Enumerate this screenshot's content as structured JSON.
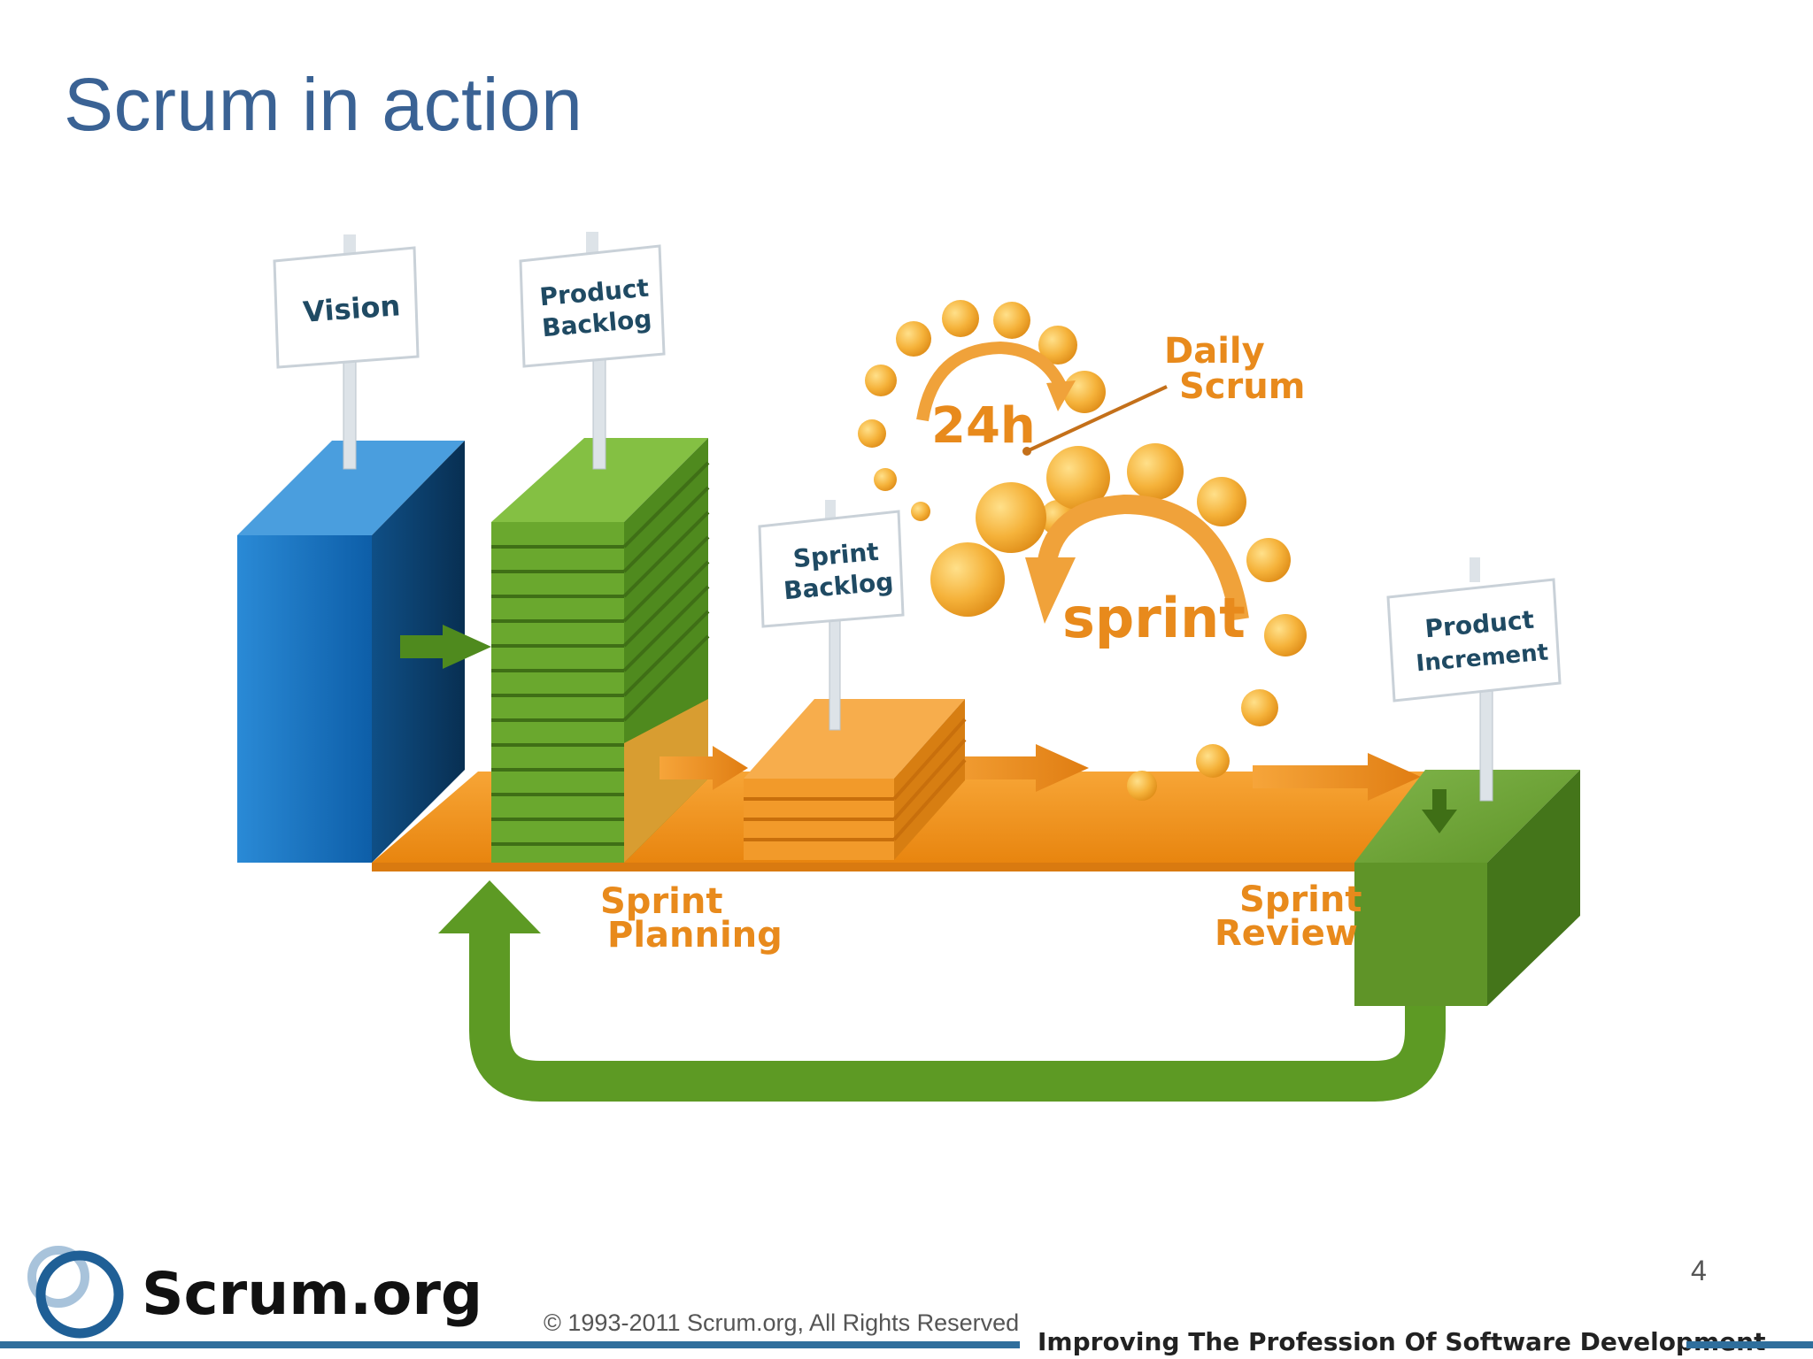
{
  "slide": {
    "title": "Scrum in action",
    "page_number": "4"
  },
  "diagram": {
    "signs": {
      "vision": "Vision",
      "product_backlog_1": "Product",
      "product_backlog_2": "Backlog",
      "sprint_backlog_1": "Sprint",
      "sprint_backlog_2": "Backlog",
      "product_increment_1": "Product",
      "product_increment_2": "Increment"
    },
    "labels": {
      "daily_scrum_1": "Daily",
      "daily_scrum_2": "Scrum",
      "cycle_24h": "24h",
      "sprint": "sprint",
      "sprint_planning_1": "Sprint",
      "sprint_planning_2": "Planning",
      "sprint_review_1": "Sprint",
      "sprint_review_2": "Review"
    }
  },
  "footer": {
    "logo": "Scrum.org",
    "copyright": "© 1993-2011 Scrum.org, All Rights Reserved",
    "tagline": "Improving The Profession Of Software Development"
  },
  "colors": {
    "title": "#3a6294",
    "orange": "#f0921e",
    "blue": "#1b6fb5",
    "green": "#5d9a24",
    "bar": "#2f6e9c"
  }
}
